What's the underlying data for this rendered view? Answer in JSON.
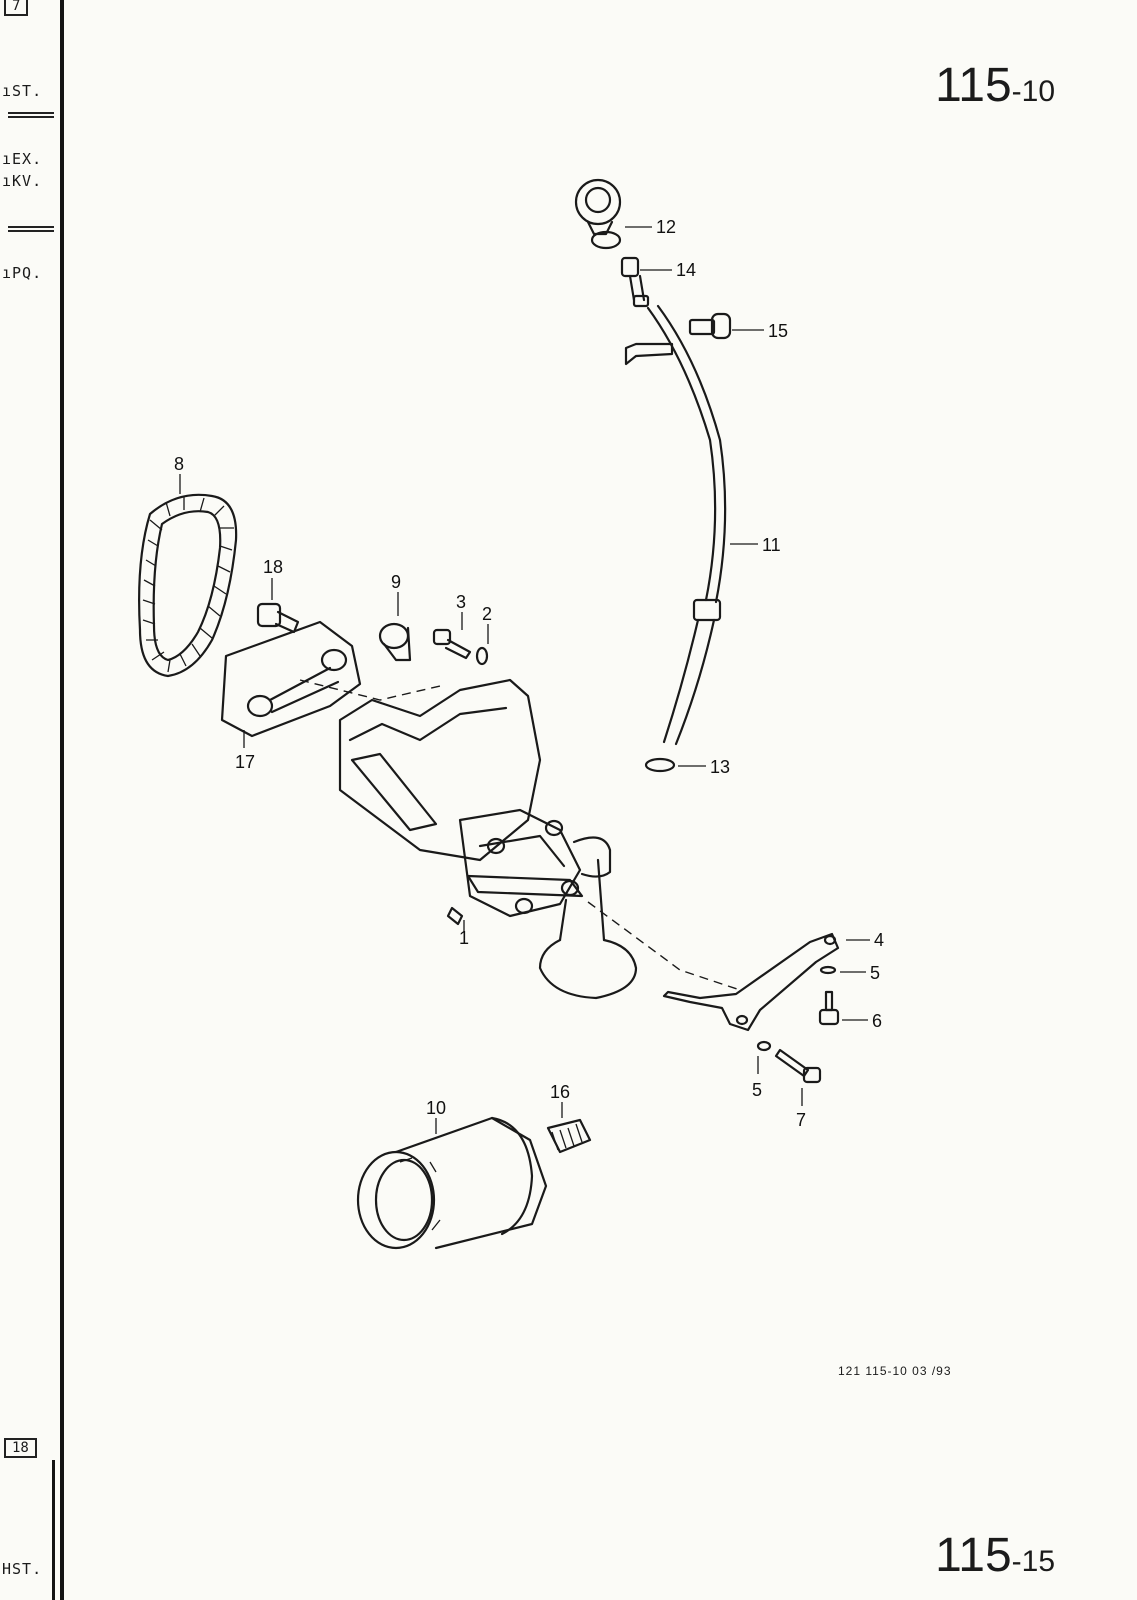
{
  "header": {
    "top_tag": "7",
    "page_number_main": "115",
    "page_number_sub": "-10"
  },
  "sidebar": {
    "labels": [
      "ıST.",
      "ıEX.",
      "ıKV.",
      "ıPQ."
    ],
    "bottom_tag": "18",
    "bottom_label": "HST."
  },
  "diagram": {
    "callouts": [
      {
        "id": "c12",
        "text": "12"
      },
      {
        "id": "c14",
        "text": "14"
      },
      {
        "id": "c15",
        "text": "15"
      },
      {
        "id": "c8",
        "text": "8"
      },
      {
        "id": "c11",
        "text": "11"
      },
      {
        "id": "c18",
        "text": "18"
      },
      {
        "id": "c9",
        "text": "9"
      },
      {
        "id": "c3",
        "text": "3"
      },
      {
        "id": "c2",
        "text": "2"
      },
      {
        "id": "c17",
        "text": "17"
      },
      {
        "id": "c13",
        "text": "13"
      },
      {
        "id": "c1",
        "text": "1"
      },
      {
        "id": "c4",
        "text": "4"
      },
      {
        "id": "c5a",
        "text": "5"
      },
      {
        "id": "c6",
        "text": "6"
      },
      {
        "id": "c5b",
        "text": "5"
      },
      {
        "id": "c7",
        "text": "7"
      },
      {
        "id": "c10",
        "text": "10"
      },
      {
        "id": "c16",
        "text": "16"
      }
    ]
  },
  "footer": {
    "reference": "121  115-10    03 /93",
    "next_page_main": "115",
    "next_page_sub": "-15"
  }
}
